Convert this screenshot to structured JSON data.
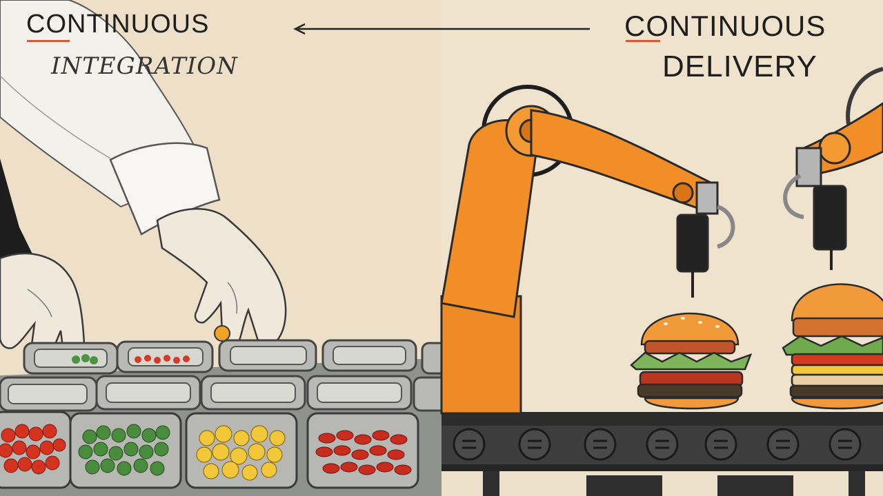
{
  "left_panel": {
    "title_line1": "CONTINUOUS",
    "title_line2": "INTEGRATION",
    "theme": "chef-hands-ingredient-trays"
  },
  "right_panel": {
    "title_line1": "CONTINUOUS",
    "title_line2": "DELIVERY",
    "theme": "robot-arms-burger-conveyor"
  },
  "arrow": {
    "direction": "left",
    "icon": "arrow-left-icon"
  },
  "colors": {
    "background": "#efe2cc",
    "accent": "#d9593a",
    "robot_orange": "#f08a24",
    "tray_gray": "#b8b8b4",
    "conveyor_dark": "#3b3b3b"
  }
}
